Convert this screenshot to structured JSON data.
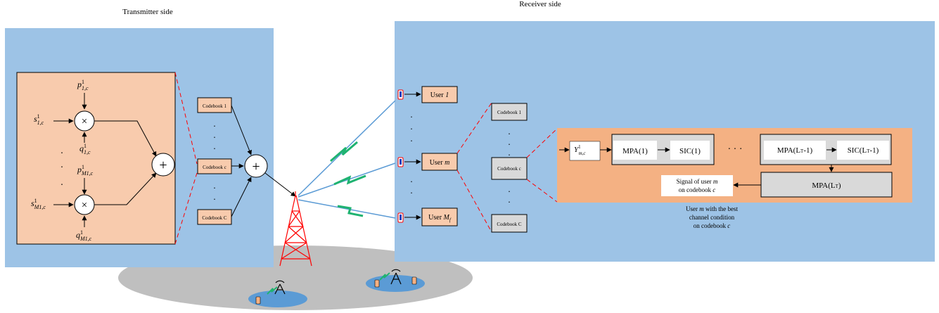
{
  "headings": {
    "transmitter": "Transmitter side",
    "receiver": "Receiver side"
  },
  "transmitter": {
    "p_top": "p",
    "p_top_sub": "1,c",
    "p_top_sup": "1",
    "s_top": "s",
    "s_top_sub": "1,c",
    "s_top_sup": "1",
    "q_top": "q",
    "q_top_sub": "1,c",
    "q_top_sup": "1",
    "p_bot": "p",
    "p_bot_sub": "M1,c",
    "p_bot_sup": "1",
    "s_bot": "s",
    "s_bot_sub": "M1,c",
    "s_bot_sup": "1",
    "q_bot": "q",
    "q_bot_sub": "M1,c",
    "q_bot_sup": "1",
    "multiply_symbol": "×",
    "plus_symbol": "+",
    "dot": "."
  },
  "codebooks_tx": [
    "Codebook 1",
    "Codebook c",
    "Codebook C"
  ],
  "users": [
    {
      "prefix": "User ",
      "var": "1"
    },
    {
      "prefix": "User ",
      "var": "m"
    },
    {
      "prefix": "User ",
      "var": "M",
      "sub": "f"
    }
  ],
  "codebooks_rx": [
    "Codebook 1",
    "Codebook c",
    "Codebook C"
  ],
  "decoder": {
    "y_label": "Y",
    "y_sub": "m,c",
    "y_sup": "1",
    "mpa1": "MPA(1)",
    "sic1": "SIC(1)",
    "dots": "·  ·  ·",
    "mpa_lt1": "MPA(L",
    "mpa_lt1_sub": "T",
    "mpa_lt1_end": "-1)",
    "sic_lt1": "SIC(L",
    "sic_lt1_sub": "T",
    "sic_lt1_end": "-1)",
    "mpa_lt": "MPA(L",
    "mpa_lt_sub": "T",
    "mpa_lt_end": ")",
    "signal_line1": "Signal of user ",
    "signal_line1_var": "m",
    "signal_line2": "on codebook ",
    "signal_line2_var": "c"
  },
  "caption": {
    "line1_prefix": "User ",
    "line1_var": "m",
    "line1_suffix": " with the best",
    "line2": "channel condition",
    "line3_prefix": "on codebook ",
    "line3_var": "c"
  },
  "colors": {
    "panel_blue": "#9dc3e6",
    "tx_box": "#f8cbad",
    "decoder_box": "#f4b183",
    "codebook_rx": "#d9d9d9",
    "tower_red": "#ff0000",
    "lightning_green": "#1fb371",
    "ground_gray": "#bfbfbf",
    "small_cell_blue": "#5b9bd5",
    "dashed_red": "#ff0000"
  }
}
